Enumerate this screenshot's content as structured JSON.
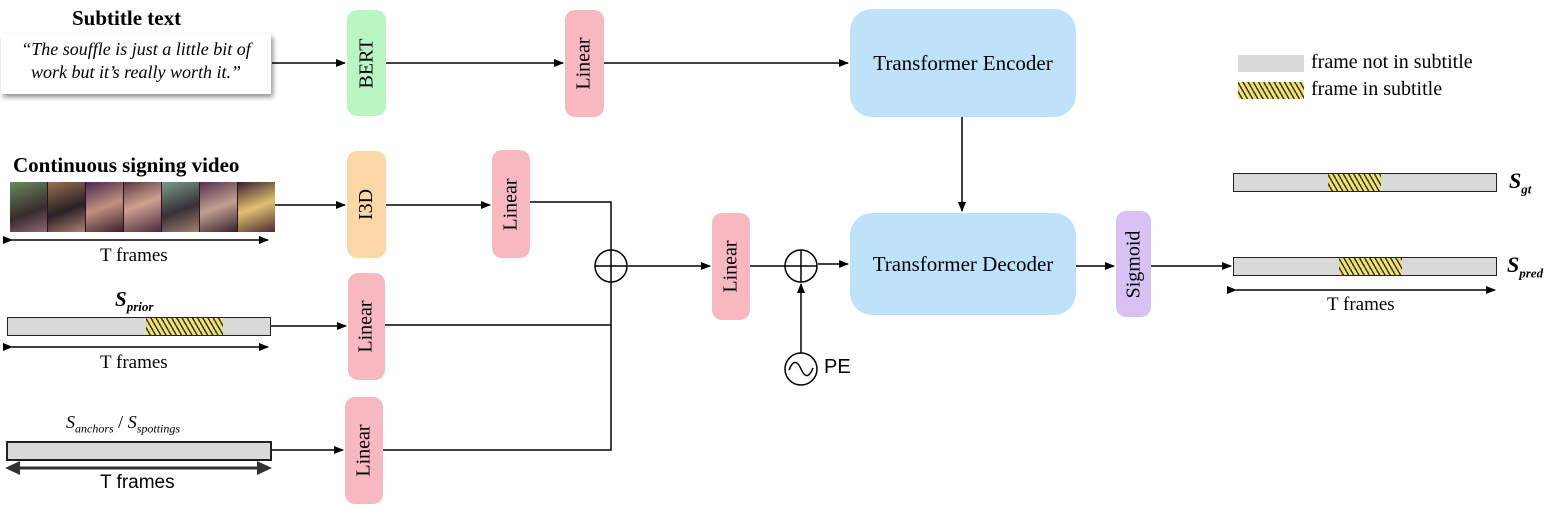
{
  "subtitle": {
    "heading": "Subtitle text",
    "quote_line1": "“The souffle is just a little bit of",
    "quote_line2": "work but it’s really worth it.”"
  },
  "video": {
    "heading": "Continuous signing video",
    "frames_label": "T frames"
  },
  "prior": {
    "label_main": "S",
    "label_sub": "prior",
    "frames_label": "T frames"
  },
  "anchors": {
    "label_a": "S",
    "label_a_sub": "anchors",
    "label_sep": " / ",
    "label_b": "S",
    "label_b_sub": "spottings",
    "frames_label": "T frames"
  },
  "blocks": {
    "bert": "BERT",
    "i3d": "I3D",
    "linear": "Linear",
    "encoder": "Transformer Encoder",
    "decoder": "Transformer Decoder",
    "sigmoid": "Sigmoid",
    "pe": "PE"
  },
  "legend": {
    "not_in_subtitle": "frame not in subtitle",
    "in_subtitle": "frame in subtitle"
  },
  "outputs": {
    "gt_main": "S",
    "gt_sub": "gt",
    "pred_main": "S",
    "pred_sub": "pred",
    "frames_label": "T frames"
  },
  "colors": {
    "linear": "#f7b8bf",
    "bert": "#b9f5c3",
    "i3d": "#fbd7a8",
    "transformer": "#bde2fa",
    "sigmoid": "#d8c2f3",
    "bar_gray": "#d9d9d9",
    "hatch_yellow": "#f0e07a"
  }
}
